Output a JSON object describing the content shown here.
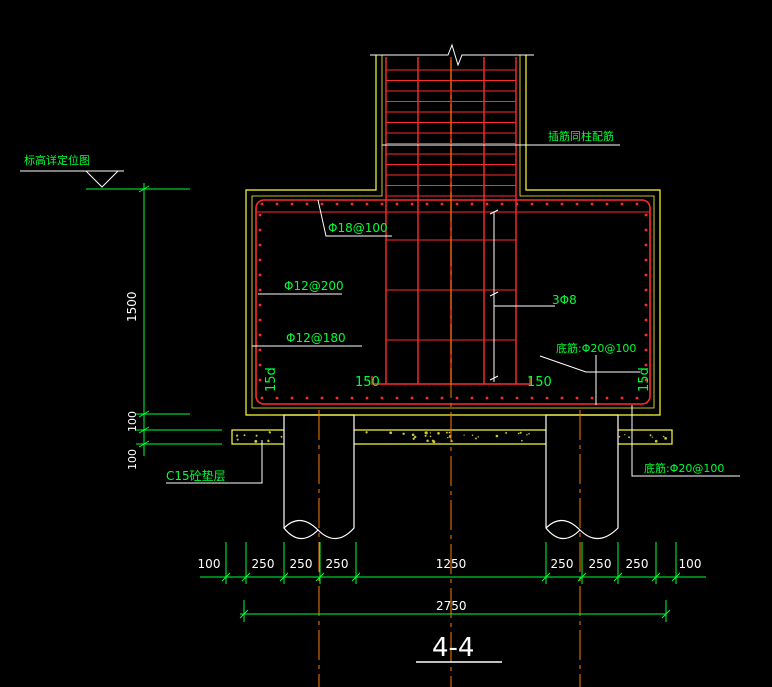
{
  "labels": {
    "elevation_note": "标高详定位图",
    "column_rebar_note": "插筋同柱配筋",
    "bar_top": "Φ18@100",
    "bar_side_1": "Φ12@200",
    "bar_side_2": "Φ12@180",
    "stirrups": "3Φ8",
    "bottom_bar_upper": "底筋:Φ20@100",
    "bottom_bar_lower": "底筋:Φ20@100",
    "hook_left": "15d",
    "hook_right": "15d",
    "cover_left": "150",
    "cover_right": "150",
    "height_main": "1500",
    "height_100a": "100",
    "height_100b": "100",
    "blinding": "C15砼垫层",
    "section_title": "4-4"
  },
  "dimensions": {
    "bottom_row": [
      "100",
      "250",
      "250",
      "250",
      "1250",
      "250",
      "250",
      "250",
      "100"
    ],
    "overall": "2750"
  },
  "colors": {
    "background": "#000000",
    "concrete_outline": "#ffff33",
    "rebar": "#ff2a2a",
    "dimension": "#00ff33",
    "label": "#00ff33",
    "centerline": "#ff7a00",
    "pile": "#ffffff",
    "blinding_fill": "#c8c832"
  }
}
